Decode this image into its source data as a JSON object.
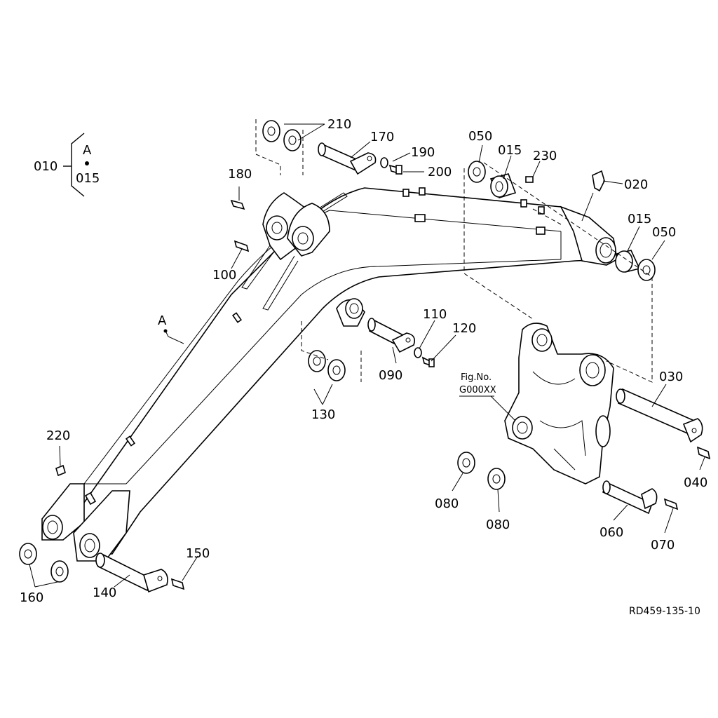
{
  "labels": {
    "p010": "010",
    "pA_group": "A",
    "p015_group": "015",
    "p210": "210",
    "p170": "170",
    "p190": "190",
    "p200": "200",
    "p050_top": "050",
    "p015_top": "015",
    "p230": "230",
    "p020": "020",
    "p180": "180",
    "p100": "100",
    "p015_right": "015",
    "p050_right": "050",
    "pA_boom": "A",
    "p110": "110",
    "p120": "120",
    "p090": "090",
    "p130": "130",
    "p030": "030",
    "p220": "220",
    "p040": "040",
    "p080_a": "080",
    "p080_b": "080",
    "p060": "060",
    "p070": "070",
    "p150": "150",
    "p140": "140",
    "p160": "160",
    "fig_line1": "Fig.No.",
    "fig_line2": "G000XX",
    "drawing_ref": "RD459-135-10"
  }
}
